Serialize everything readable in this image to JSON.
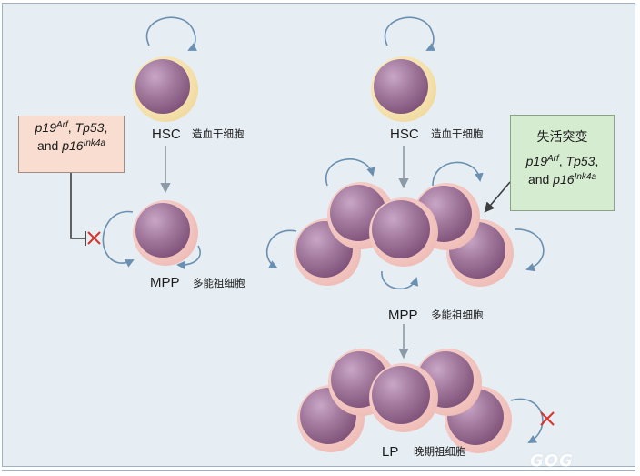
{
  "labels": {
    "hsc_left": "HSC",
    "hsc_left_zh": "造血干细胞",
    "hsc_right": "HSC",
    "hsc_right_zh": "造血干细胞",
    "mpp_left": "MPP",
    "mpp_left_zh": "多能祖细胞",
    "mpp_right": "MPP",
    "mpp_right_zh": "多能祖细胞",
    "lp": "LP",
    "lp_zh": "晚期祖细胞"
  },
  "left_box": {
    "gene1": "p19",
    "gene1_sup": "Arf",
    "sep1": ", ",
    "gene2": "Tp53",
    "sep2": ",",
    "and": "and ",
    "gene3": "p16",
    "gene3_sup": "Ink4a"
  },
  "right_box": {
    "title": "失活突变",
    "gene1": "p19",
    "gene1_sup": "Arf",
    "sep1": ", ",
    "gene2": "Tp53",
    "sep2": ",",
    "and": "and ",
    "gene3": "p16",
    "gene3_sup": "Ink4a"
  },
  "colors": {
    "panel_bg": "#e6eef4",
    "cell_body": "#9e6f98",
    "hsc_ring": "#f3dfa8",
    "progenitor_ring": "#f3c7c2",
    "arrow": "#8b9aa6",
    "self_renew_arrow": "#6a8fb0",
    "block_x": "#d9322b"
  },
  "watermark": "GOG"
}
